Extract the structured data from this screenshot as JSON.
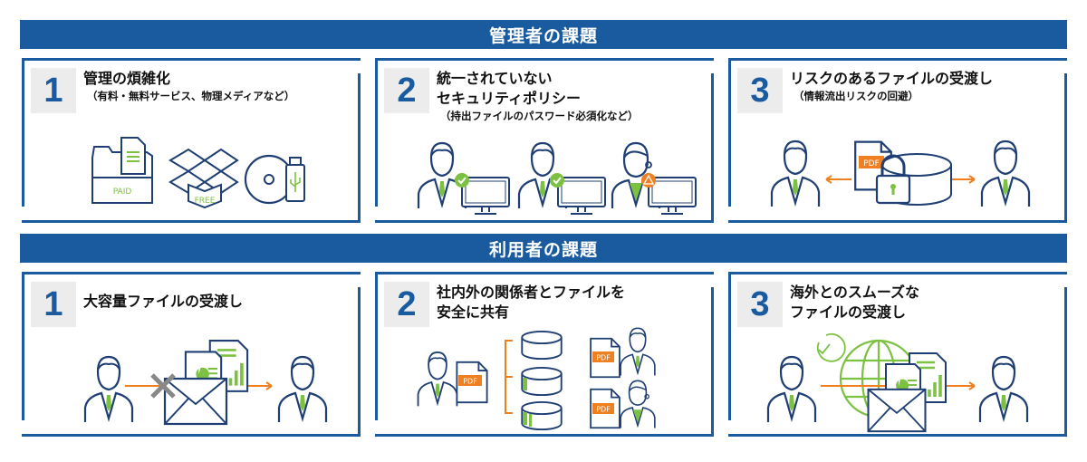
{
  "sections": [
    {
      "title": "管理者の課題",
      "cards": [
        {
          "number": "1",
          "title": [
            "管理の煩雑化"
          ],
          "subtitle": "（有料・無料サービス、物理メディアなど）",
          "labels": {
            "paid": "PAID",
            "free": "FREE"
          }
        },
        {
          "number": "2",
          "title": [
            "統一されていない",
            "セキュリティポリシー"
          ],
          "subtitle": "（持出ファイルのパスワード必須化など）"
        },
        {
          "number": "3",
          "title": [
            "リスクのあるファイルの受渡し"
          ],
          "subtitle": "（情報流出リスクの回避）",
          "labels": {
            "pdf": "PDF"
          }
        }
      ]
    },
    {
      "title": "利用者の課題",
      "cards": [
        {
          "number": "1",
          "title": [
            "大容量ファイルの受渡し"
          ]
        },
        {
          "number": "2",
          "title": [
            "社内外の関係者とファイルを",
            "安全に共有"
          ],
          "labels": {
            "pdf": "PDF"
          }
        },
        {
          "number": "3",
          "title": [
            "海外とのスムーズな",
            "ファイルの受渡し"
          ]
        }
      ]
    }
  ],
  "colors": {
    "brand_blue": "#1a5a9e",
    "line_navy": "#1f3f74",
    "accent_green": "#7dc142",
    "accent_orange": "#f07f1f",
    "number_bg": "#ececec"
  }
}
